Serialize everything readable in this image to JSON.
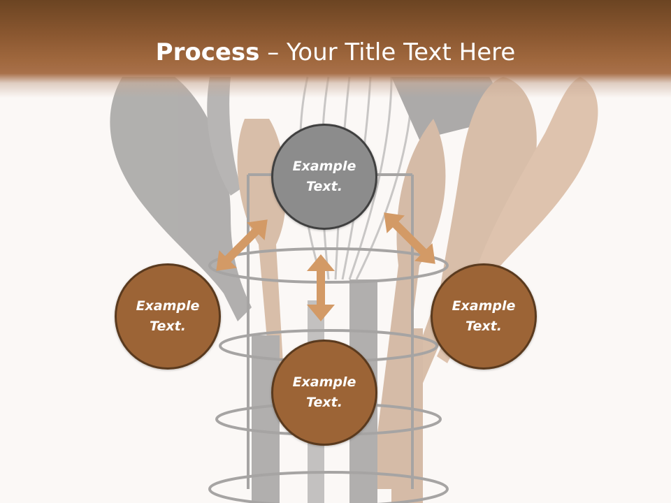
{
  "slide": {
    "title_strong": "Process",
    "title_separator": " – ",
    "title_rest": "Your Title Text Here"
  },
  "diagram": {
    "nodes": [
      {
        "id": "top",
        "label": "Example\nText."
      },
      {
        "id": "left",
        "label": "Example\nText."
      },
      {
        "id": "right",
        "label": "Example\nText."
      },
      {
        "id": "bottom",
        "label": "Example\nText."
      }
    ]
  },
  "colors": {
    "header": "#8a5730",
    "node_fill": "#9c6436",
    "node_border": "#5a3a1e",
    "top_node_fill": "#8c8c8c",
    "top_node_border": "#404040",
    "arrow": "#d39a66",
    "background": "#fbf8f6"
  }
}
